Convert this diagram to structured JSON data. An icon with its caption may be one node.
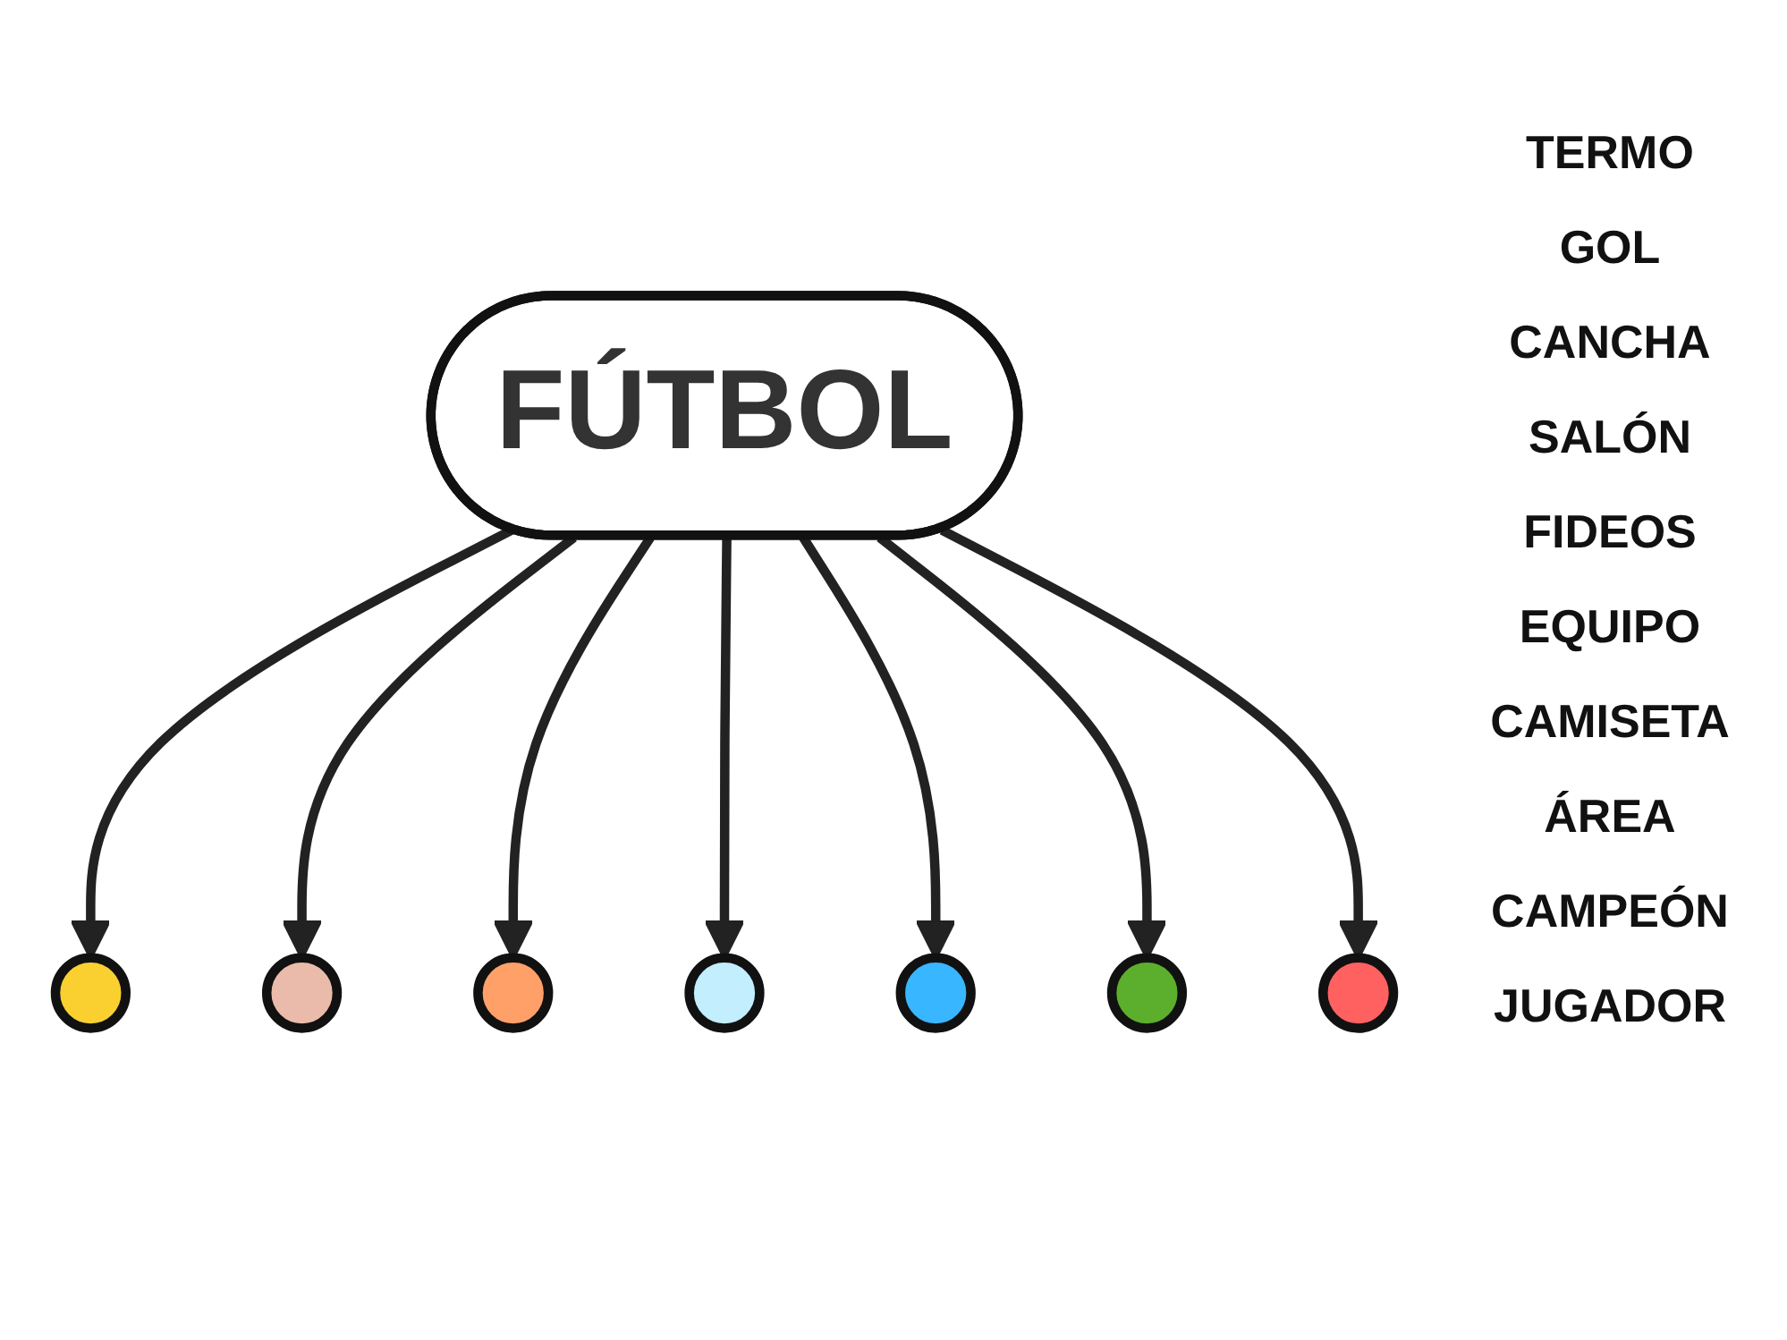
{
  "diagram": {
    "nodes": [
      {
        "text": [],
        "shape": "circle"
      },
      {
        "text": [],
        "shape": "circle"
      },
      {
        "text": [],
        "shape": "circle"
      },
      {
        "text": [],
        "shape": "circle"
      },
      {
        "text": [
          "FÚTBOL"
        ]
      },
      {
        "text": [],
        "shape": "circle"
      },
      {
        "text": [],
        "shape": "circle"
      },
      {
        "text": [],
        "shape": "circle"
      }
    ],
    "edges": [
      {
        "from": 4,
        "to": 0,
        "arrow": "to"
      },
      {
        "from": 4,
        "to": 1,
        "arrow": "to"
      },
      {
        "from": 4,
        "to": 2,
        "arrow": "to"
      },
      {
        "from": 4,
        "to": 3,
        "arrow": "to"
      },
      {
        "from": 4,
        "to": 5,
        "arrow": "to"
      },
      {
        "from": 4,
        "to": 6,
        "arrow": "to"
      },
      {
        "from": 4,
        "to": 7,
        "arrow": "to"
      }
    ],
    "labels": [
      "TERMO",
      "GOL",
      "CANCHA",
      "SALÓN",
      "FIDEOS",
      "EQUIPO",
      "CAMISETA",
      "ÁREA",
      "CAMPEÓN",
      "JUGADOR"
    ]
  }
}
